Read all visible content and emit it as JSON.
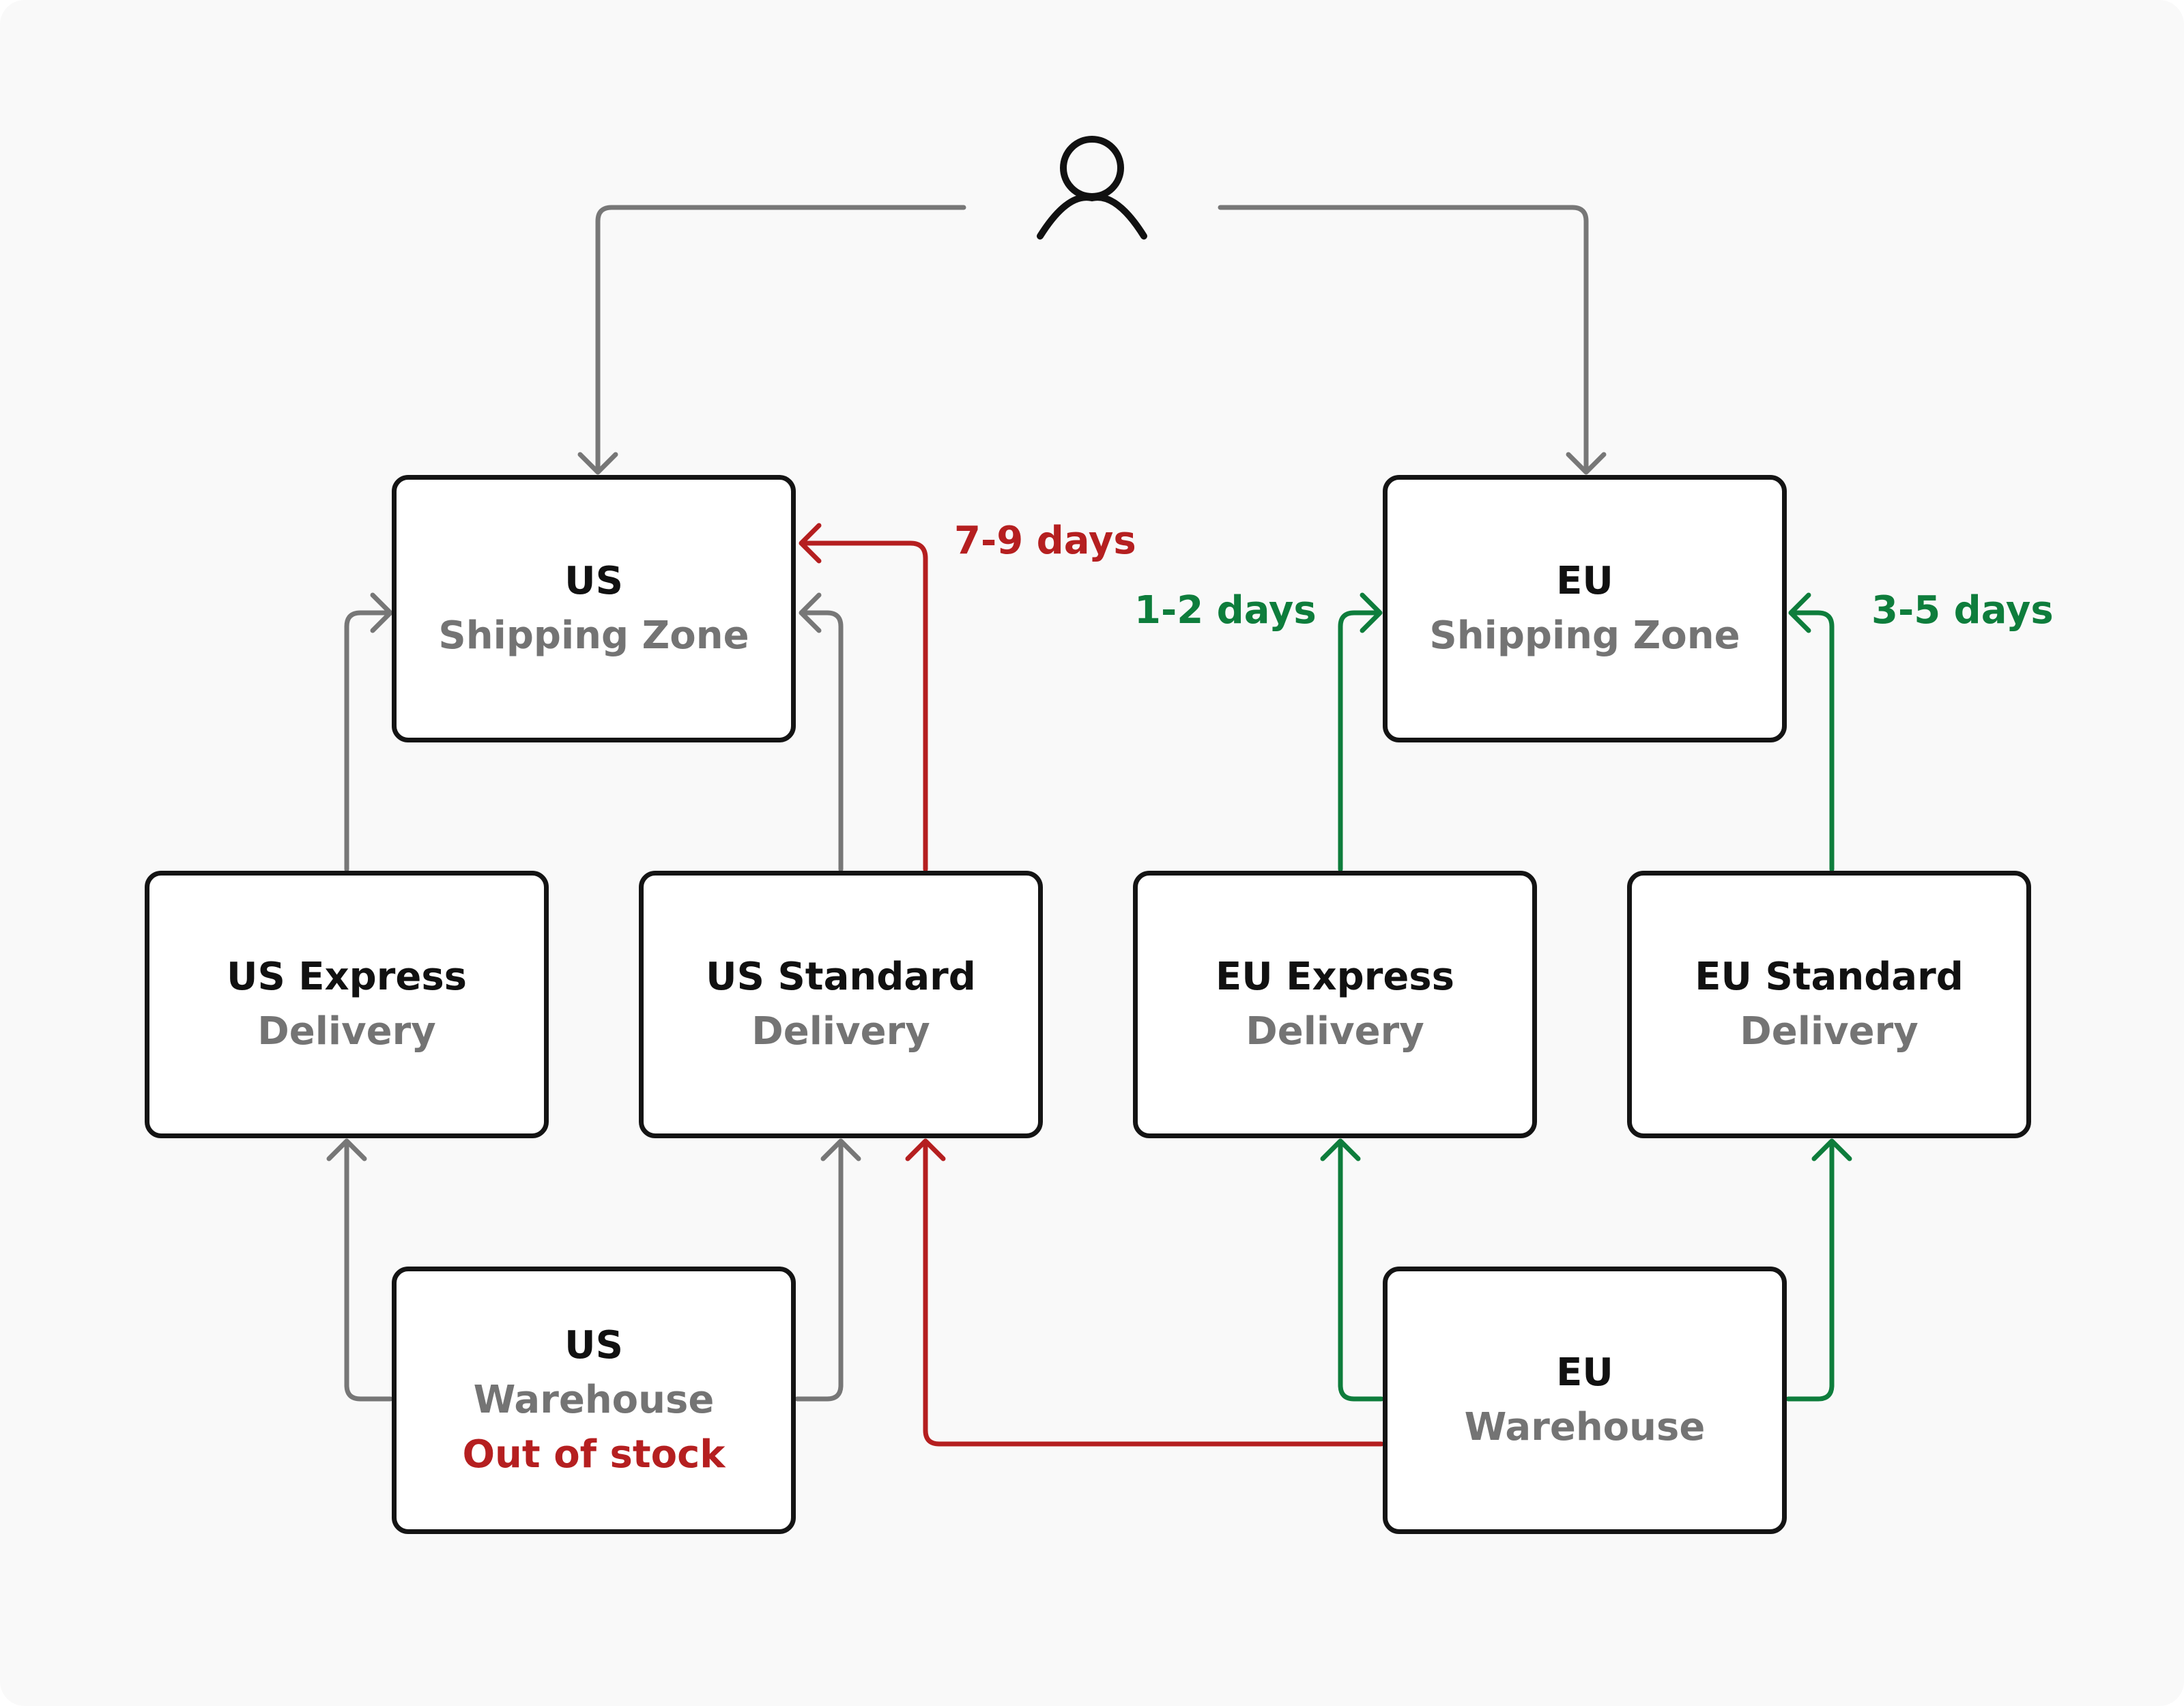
{
  "nodes": {
    "us_zone": {
      "title": "US",
      "sub": "Shipping Zone"
    },
    "eu_zone": {
      "title": "EU",
      "sub": "Shipping Zone"
    },
    "us_express": {
      "title": "US Express",
      "sub": "Delivery"
    },
    "us_standard": {
      "title": "US Standard",
      "sub": "Delivery"
    },
    "eu_express": {
      "title": "EU Express",
      "sub": "Delivery"
    },
    "eu_standard": {
      "title": "EU Standard",
      "sub": "Delivery"
    },
    "us_warehouse": {
      "title": "US",
      "sub": "Warehouse",
      "status": "Out of stock"
    },
    "eu_warehouse": {
      "title": "EU",
      "sub": "Warehouse"
    }
  },
  "labels": {
    "us_standard_time": "7-9 days",
    "eu_express_time": "1-2 days",
    "eu_standard_time": "3-5 days"
  },
  "icons": {
    "customer": "user-icon"
  },
  "colors": {
    "neutral_line": "#777777",
    "blocked_route": "#b51f20",
    "active_route": "#0e7d3c",
    "border": "#141414",
    "subtitle": "#747474"
  }
}
